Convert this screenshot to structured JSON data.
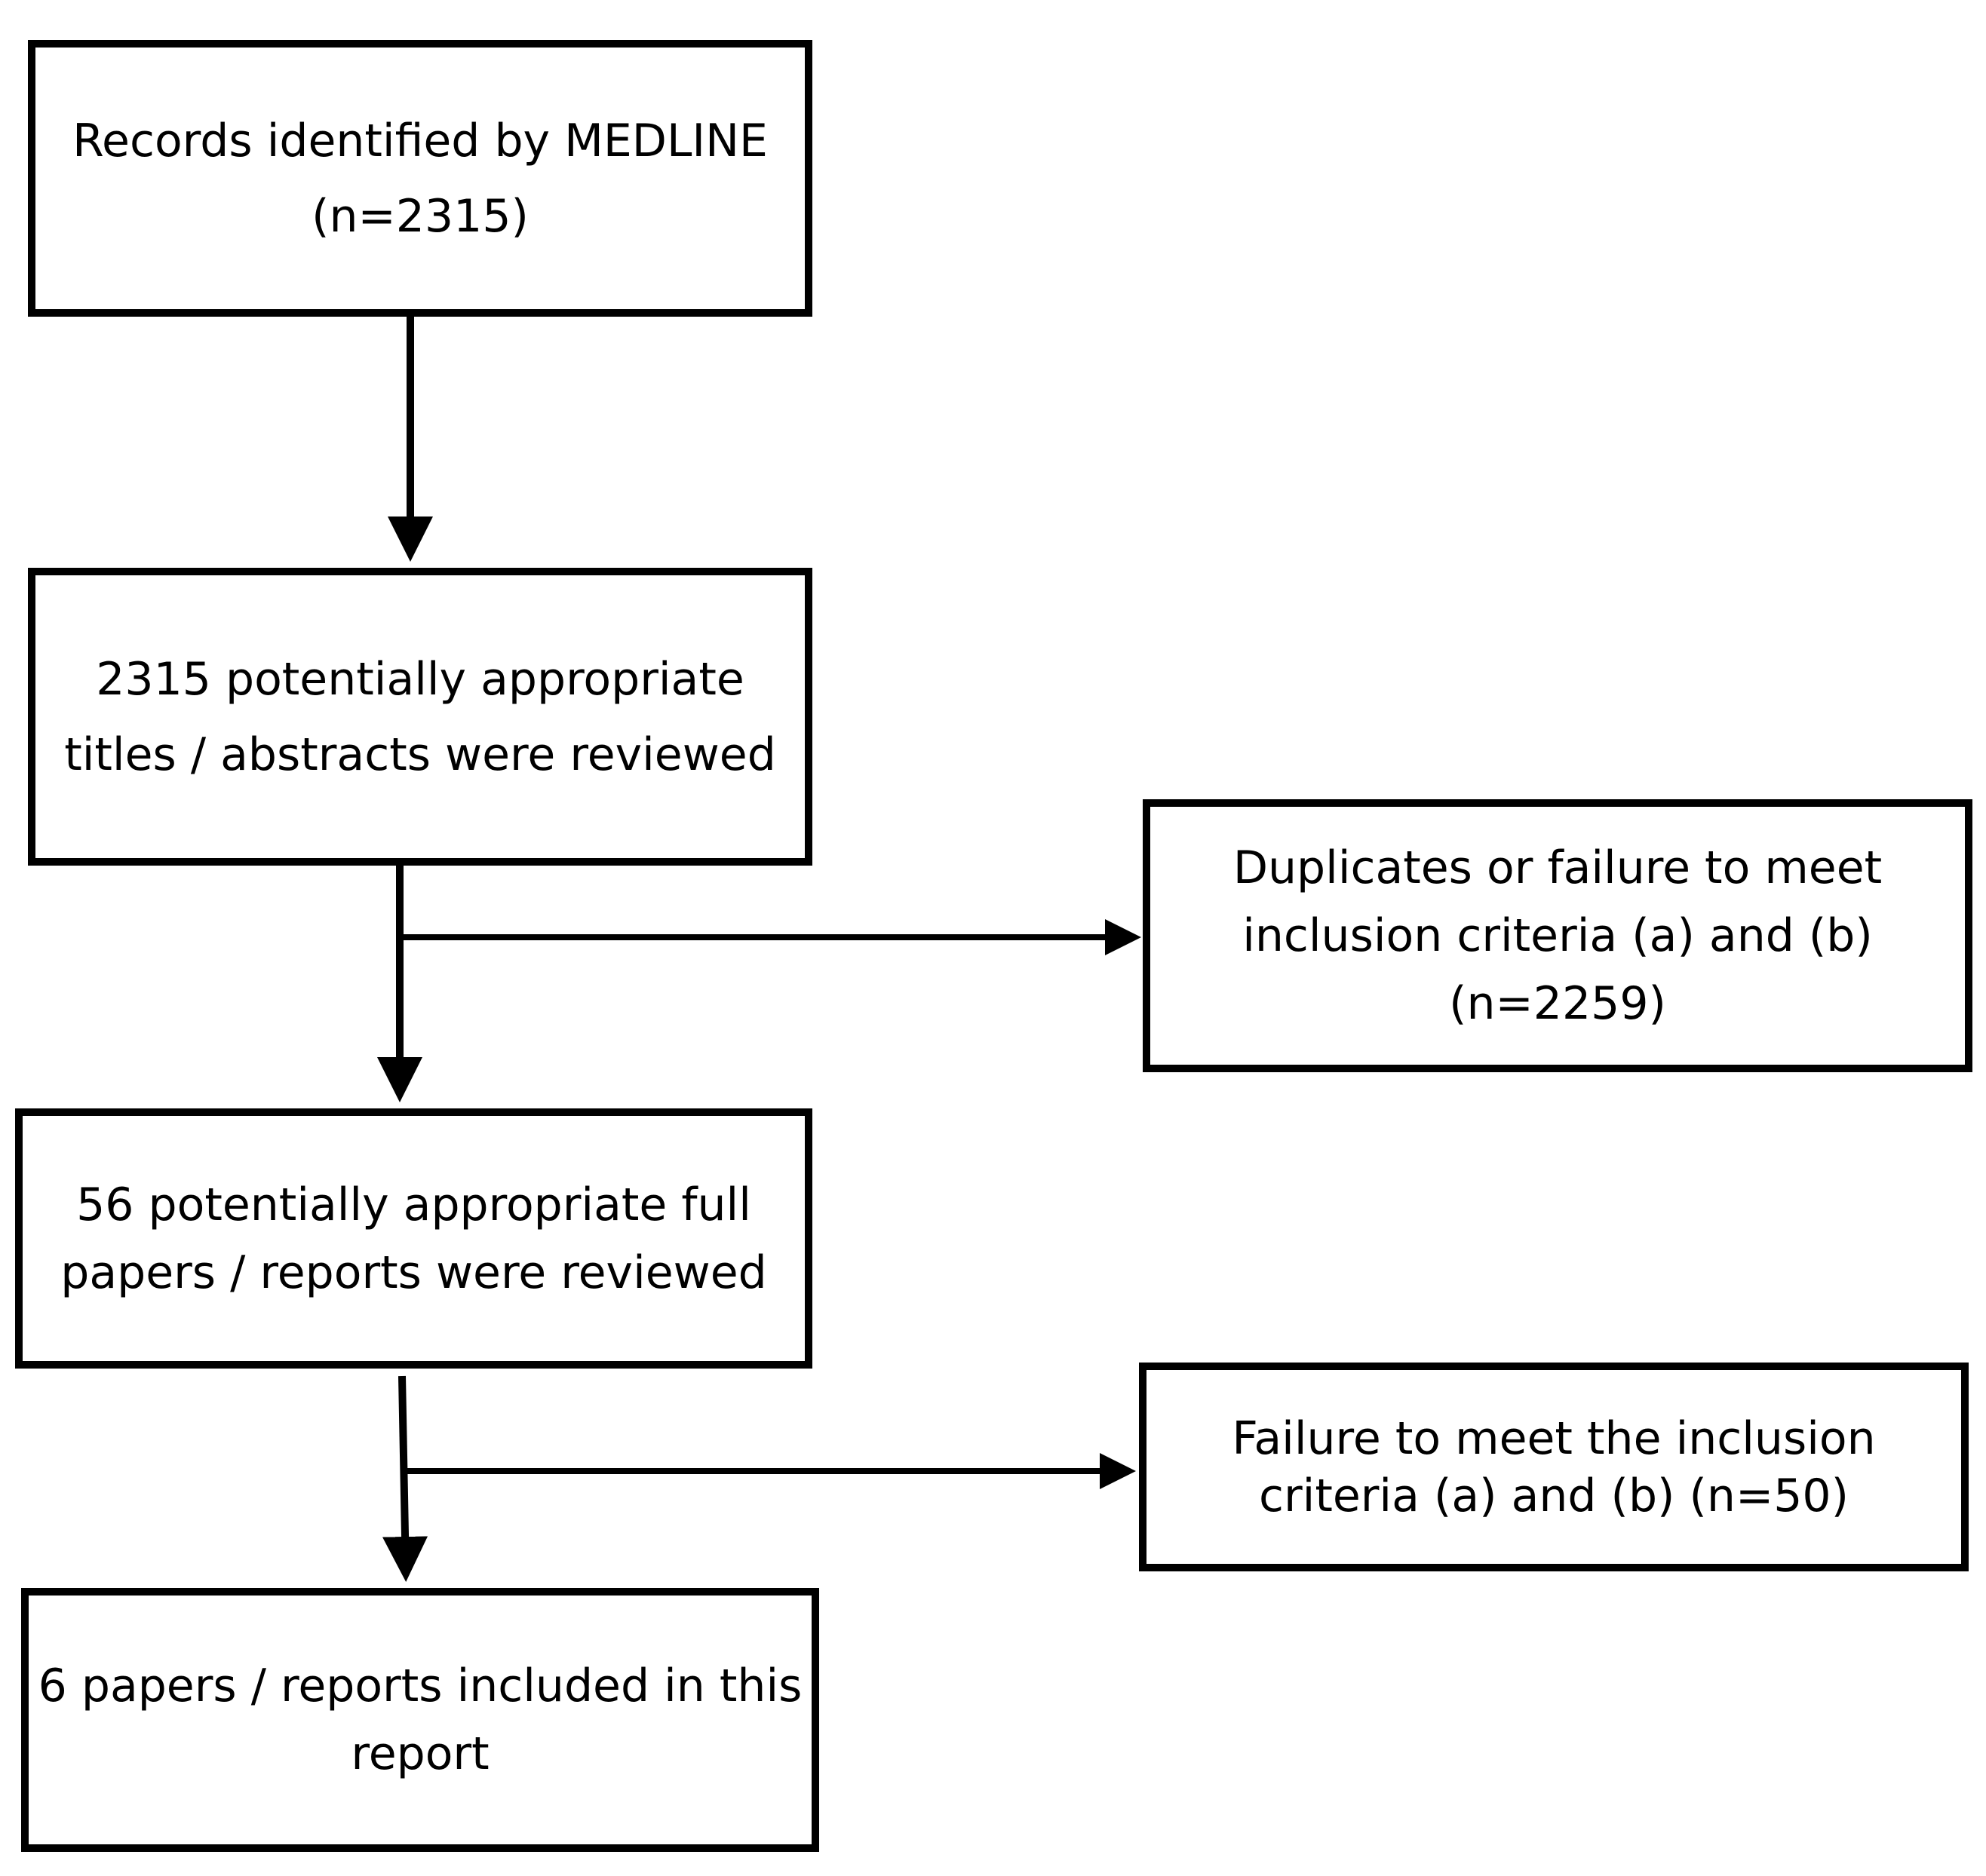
{
  "boxes": {
    "identified": {
      "lines": [
        "Records identified by MEDLINE",
        "(n=2315)"
      ]
    },
    "titles_reviewed": {
      "lines": [
        "2315 potentially appropriate",
        "titles / abstracts were reviewed"
      ]
    },
    "excluded_1": {
      "lines": [
        "Duplicates or failure to meet",
        "inclusion criteria (a) and (b)",
        "(n=2259)"
      ]
    },
    "fulltext_reviewed": {
      "lines": [
        "56 potentially appropriate full",
        "papers / reports were reviewed"
      ]
    },
    "excluded_2": {
      "lines": [
        "Failure to meet the inclusion",
        "criteria (a) and (b) (n=50)"
      ]
    },
    "included": {
      "lines": [
        "6 papers / reports included in this",
        "report"
      ]
    }
  },
  "colors": {
    "stroke": "#000000",
    "background": "#ffffff"
  }
}
